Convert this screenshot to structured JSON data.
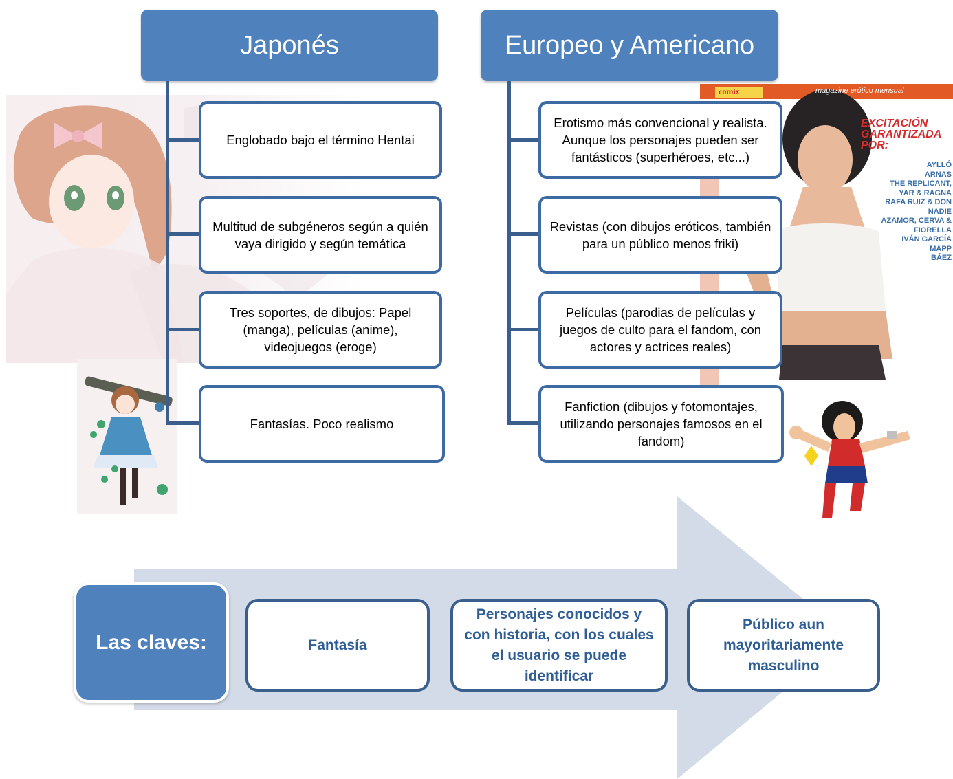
{
  "columns": [
    {
      "title": "Japonés",
      "items": [
        "Englobado bajo el término Hentai",
        "Multitud de subgéneros según a quién vaya dirigido y según temática",
        "Tres soportes, de dibujos: Papel (manga), películas (anime), videojuegos (eroge)",
        "Fantasías. Poco realismo"
      ]
    },
    {
      "title": "Europeo y Americano",
      "items": [
        "Erotismo más convencional y realista. Aunque los personajes pueden ser fantásticos (superhéroes, etc...)",
        "Revistas (con dibujos eróticos, también para un público menos friki)",
        "Películas (parodias de películas y juegos de culto para el fandom, con actores y actrices reales)",
        "Fanfiction (dibujos y fotomontajes, utilizando personajes famosos en el fandom)"
      ]
    }
  ],
  "magazine": {
    "brand": "comix",
    "tagline": "magazine erótico mensual",
    "headline": "EXCITACIÓN GARANTIZADA POR:",
    "credits": [
      "AYLLÓ",
      "ARNAS",
      "THE REPLICANT, YAR & RAGNA",
      "RAFA RUIZ & DON NADIE",
      "AZAMOR, CERVA & FIORELLA",
      "IVÁN GARCÍA",
      "MAPP",
      "BÁEZ"
    ]
  },
  "keys": {
    "header": "Las claves:",
    "items": [
      "Fantasía",
      "Personajes conocidos y con historia, con los cuales el usuario se puede identificar",
      "Público aun mayoritariamente masculino"
    ]
  },
  "colors": {
    "header_blue": "#4f81bd",
    "connector": "#3b5f8c",
    "box_border": "#3e6aa4",
    "arrow": "#d3dbe8",
    "key_text": "#2f5d96"
  }
}
